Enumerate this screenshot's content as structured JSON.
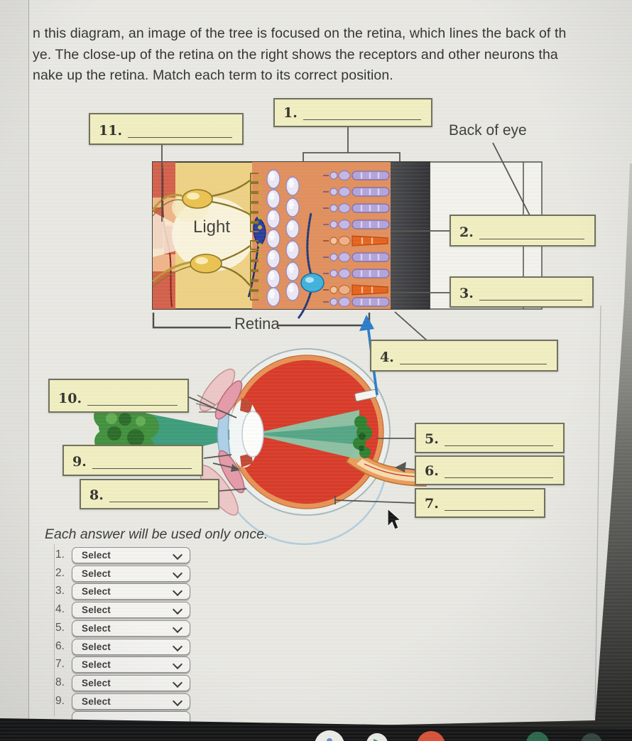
{
  "instructions": {
    "line1": "n this diagram, an image of the tree is focused on the retina, which lines the back of th",
    "line2": "ye. The close-up of the retina on the right shows the receptors and other neurons tha",
    "line3": "nake up the retina. Match each term to its correct position."
  },
  "diagram": {
    "light_label": "Light",
    "back_of_eye_label": "Back of eye",
    "retina_label": "Retina",
    "callouts": {
      "c1": "1.",
      "c2": "2.",
      "c3": "3.",
      "c4": "4.",
      "c5": "5.",
      "c6": "6.",
      "c7": "7.",
      "c8": "8.",
      "c9": "9.",
      "c10": "10.",
      "c11": "11."
    }
  },
  "note": "Each answer will be used only once.",
  "dropdowns": [
    {
      "number": "1.",
      "value": "Select"
    },
    {
      "number": "2.",
      "value": "Select"
    },
    {
      "number": "3.",
      "value": "Select"
    },
    {
      "number": "4.",
      "value": "Select"
    },
    {
      "number": "5.",
      "value": "Select"
    },
    {
      "number": "6.",
      "value": "Select"
    },
    {
      "number": "7.",
      "value": "Select"
    },
    {
      "number": "8.",
      "value": "Select"
    },
    {
      "number": "9.",
      "value": "Select"
    }
  ],
  "colors": {
    "callout_bg": "#f1eec0",
    "callout_border": "#6f6f5c",
    "eye_red": "#d93b28",
    "choroid_orange": "#e79254",
    "beam_green": "#2f9572",
    "beam_light": "#8ac6a8",
    "rod_purple": "#b2a4da",
    "cone_orange": "#e8621c",
    "dark_band": "#3b3a3c",
    "select_bg": "#f4f3ef",
    "bezel": "#161616",
    "arrow_blue": "#2b7cc8"
  }
}
